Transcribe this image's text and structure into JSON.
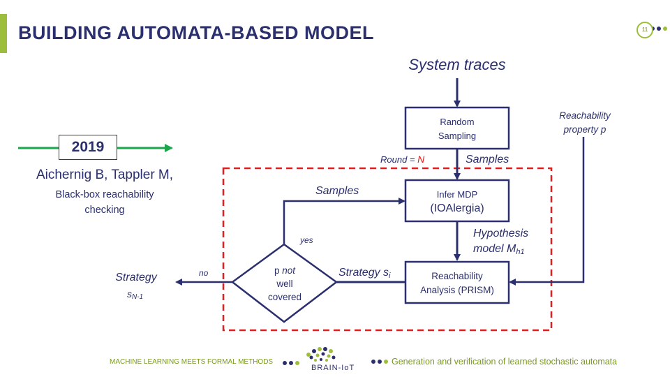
{
  "slide": {
    "title": "BUILDING AUTOMATA-BASED MODEL",
    "page_number": "11"
  },
  "timeline": {
    "year": "2019",
    "authors": "Aichernig B, Tappler M,",
    "paper_title_line1": "Black-box reachability",
    "paper_title_line2": "checking"
  },
  "diagram": {
    "system_traces": "System traces",
    "random_sampling_line1": "Random",
    "random_sampling_line2": "Sampling",
    "reachability_property_line1": "Reachability",
    "reachability_property_line2": "property p",
    "round_label": "Round = ",
    "round_value": "N",
    "samples_top": "Samples",
    "samples_loop": "Samples",
    "infer_mdp_line1": "Infer MDP",
    "infer_mdp_line2": "(IOAlergia)",
    "hypothesis_line1": "Hypothesis",
    "hypothesis_line2": "model M",
    "hypothesis_sub": "h1",
    "analysis_line1": "Reachability",
    "analysis_line2": "Analysis (PRISM)",
    "strategy_si": "Strategy s",
    "strategy_si_sub": "i",
    "decision_line1_p": "p ",
    "decision_line1_not": "not",
    "decision_line2": "well",
    "decision_line3": "covered",
    "yes_label": "yes",
    "no_label": "no",
    "strategy_out": "Strategy",
    "strategy_out_s": "s",
    "strategy_out_sub": "N-1"
  },
  "footer": {
    "left_text": "MACHINE LEARNING MEETS FORMAL METHODS",
    "brand": "BRAIN-IoT",
    "right_text": "Generation and verification  of learned stochastic automata"
  },
  "colors": {
    "navy": "#2b2f6e",
    "accent_green": "#9dbe3c",
    "timeline_green": "#1aa64a",
    "dashed_red": "#e02020",
    "round_red": "#e02020"
  },
  "icons": {
    "brand_logo": "brain-iot-logo-icon"
  }
}
